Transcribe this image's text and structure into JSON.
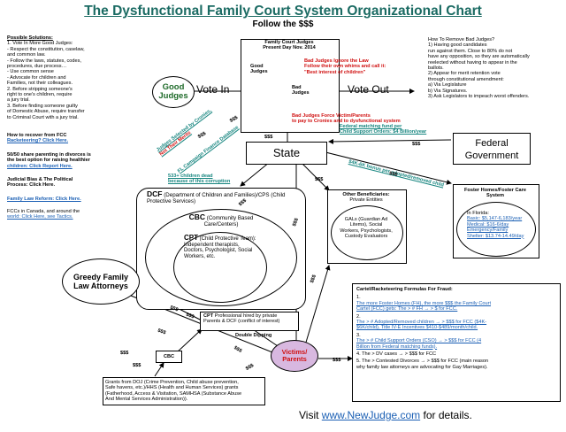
{
  "title": "The Dysfunctional Family Court System Organizational Chart",
  "subtitle": "Follow the $$$",
  "possible_solutions": {
    "heading": "Possible Solutions:",
    "lines": [
      "1. Vote In More Good Judges:",
      "- Respect the constitution, caselaw,",
      "and common law.",
      "- Follow the laws, statutes, codes,",
      "procedures, due process…",
      "- Use common sense",
      "- Advocate for children and",
      "Families, not their colleagues.",
      "2. Before stripping someone's",
      "right to one's children, require",
      "a jury trial.",
      "3. Before finding someone guilty",
      "of Domestic Abuse, require transfer",
      "to Criminal Court with a jury trial."
    ]
  },
  "left_links": [
    {
      "lines": [
        "How to recover from FCC",
        "Racketeering? Click Here."
      ]
    },
    {
      "lines": [
        "50/50 share parenting in divorces is",
        "the best option for raising healthier",
        "children: Click Report Here."
      ]
    },
    {
      "lines": [
        "Judicial Bias & The Political",
        "Process: Click Here."
      ]
    },
    {
      "lines": [
        "Family Law Reform: Click Here."
      ]
    },
    {
      "lines": [
        "FCCs in Canada, and around the",
        "world: Click Here, see Tactics."
      ]
    }
  ],
  "judges_box": {
    "title": "Family Court Judges",
    "date": "Present Day Nov. 2014",
    "good_label": "Good Judges",
    "bad_label": "Bad Judges",
    "bad_note": [
      "Bad Judges Ignore the Law",
      "Follow their own whims and call it:",
      "\"Best interest of children\""
    ],
    "force_note": [
      "Bad Judges Force Victim/Parents",
      "to pay to Cronies and to dysfunctional system"
    ]
  },
  "good_judges_oval": "Good Judges",
  "vote_in": "Vote In",
  "vote_out": "Vote Out",
  "remove_bad_judges": {
    "heading": "How To Remove Bad Judges?",
    "lines": [
      "1) Having good candidates",
      "run against them. Close to 80% do not",
      "have any opposition, so they are automatically",
      "reelected without having to appear in the",
      "ballots.",
      "2) Appear for merit retention vote",
      "through constitutional amendment:",
      "a) Via Legislature",
      "b) Via Signatures.",
      "3) Ask Legislators to impeach worst offenders."
    ]
  },
  "state": "State",
  "federal_government": "Federal Government",
  "federal_matching": [
    "Federal matching fund per",
    "Child Support Orders: $4 Billion/year"
  ],
  "bonus_note": "$4K-6K bonus per adopted/removed child",
  "judges_selected": [
    "Judges Selected by Cronies,",
    "Not Their Merits"
  ],
  "campaign_finance": "FL Campaign Finance Database",
  "child_deaths": [
    "533+ children dead",
    "because of this corruption"
  ],
  "dcf": {
    "bold": "DCF",
    "text": "(Department of Children and Families)/CPS (Child Protective Services)"
  },
  "cbc": {
    "bold": "CBC",
    "text": "(Community Based Care/Centers)"
  },
  "cpt": {
    "bold": "CPT",
    "text": "(Child Protective Team): Independent therapists, Doctors, Psychologist, Social Workers, etc."
  },
  "other_beneficiaries": {
    "heading": "Other Beneficiaries:",
    "sub": "Private Entities",
    "body": [
      "GALs (Guardian Ad",
      "Litems), Social",
      "Workers, Psychologists,",
      "Custody Evaluators"
    ]
  },
  "foster": {
    "heading": [
      "Foster Homes/Foster Care",
      "System"
    ],
    "lines": [
      "In Florida:",
      "Basic: $5,147-6,183/year",
      "Medical: $16-6/day",
      "Emergency/Family",
      "Shelter: $13.74-14.49/day"
    ]
  },
  "greedy": "Greedy Family Law Attorneys",
  "cpt_hired": {
    "bold": "CPT",
    "text": "Professional hired by private Parents & DCF (conflict of interest)"
  },
  "double_dipping": "Double Dipping",
  "cbc_small": "CBC",
  "victims": "Victims/ Parents",
  "grants_text": [
    "Grants from DOJ (Crime Prevention, Child abuse prevention,",
    "Safe havens, etc.)/HHS (Health and Human Services) grants",
    "(Fatherhood, Access & Visitation, SAMHSA (Substance Abuse",
    "And Mental Services Administration))."
  ],
  "cartel": {
    "heading": "Cartel/Racketeering Formulas For Fraud:",
    "items": [
      {
        "num": "1.",
        "lines": [
          "The more Foster Homes (FH), the more $$$ the Family Court",
          "Cartel (FCC) gets: The > # FH → > $ for FCC."
        ]
      },
      {
        "num": "2.",
        "lines": [
          "The > # Adopted/Removed children → > $$$ for FCC ($4K-",
          "$6K/child), Title IV-E Incentives $410-$489/month/child."
        ]
      },
      {
        "num": "3.",
        "lines": [
          "The > # Child Support Orders (CSO) → > $$$ for FCC (4",
          "Billion from Federal matching funds)."
        ]
      },
      {
        "num": "4.",
        "lines": [
          "The > DV cases → > $$$ for FCC"
        ]
      },
      {
        "num": "5.",
        "lines": [
          "The > Contested Divorces → > $$$ for FCC (main reason",
          "why family law attorneys are advocating for Gay Marriages)."
        ]
      }
    ]
  },
  "visit": {
    "pre": "Visit ",
    "link": "www.NewJudge.com",
    "post": " for details."
  },
  "money": "$$$",
  "colors": {
    "title_teal": "#1b6b63",
    "green_judges": "#1f6b2a",
    "red": "#d01010",
    "link_blue": "#1a5fb4",
    "teal_note": "#16857f",
    "victim_fill": "#d8b8e0"
  }
}
